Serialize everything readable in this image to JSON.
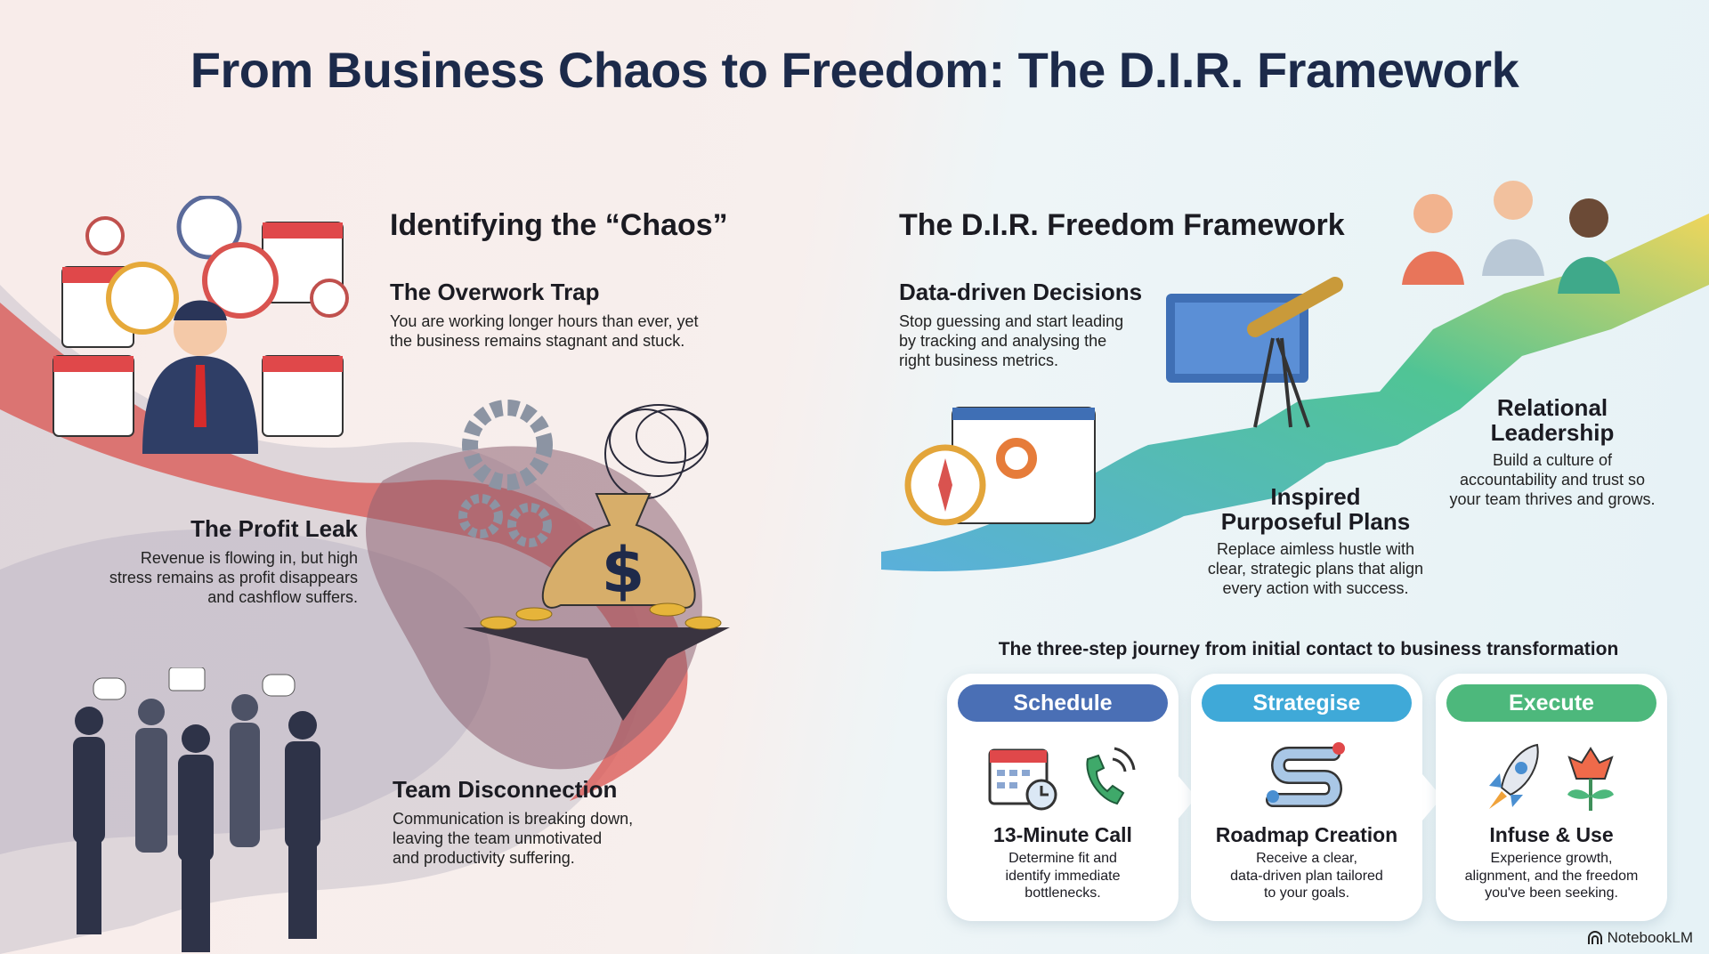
{
  "title": "From Business Chaos to Freedom: The D.I.R. Framework",
  "chaos": {
    "heading": "Identifying the “Chaos”",
    "items": [
      {
        "title": "The Overwork Trap",
        "lines": [
          "You are working longer hours than ever, yet",
          "the business remains stagnant and stuck."
        ]
      },
      {
        "title": "The Profit Leak",
        "lines": [
          "Revenue is flowing in, but high",
          "stress remains as profit disappears",
          "and cashflow suffers."
        ]
      },
      {
        "title": "Team Disconnection",
        "lines": [
          "Communication is breaking down,",
          "leaving the team unmotivated",
          "and productivity suffering."
        ]
      }
    ]
  },
  "framework": {
    "heading": "The D.I.R. Freedom Framework",
    "items": [
      {
        "title": [
          "Data-driven Decisions"
        ],
        "lines": [
          "Stop guessing and start leading",
          "by tracking and analysing the",
          "right business metrics."
        ]
      },
      {
        "title": [
          "Inspired",
          "Purposeful Plans"
        ],
        "lines": [
          "Replace aimless hustle with",
          "clear, strategic plans that align",
          "every action with success."
        ]
      },
      {
        "title": [
          "Relational",
          "Leadership"
        ],
        "lines": [
          "Build a culture of",
          "accountability and trust so",
          "your team thrives and grows."
        ]
      }
    ]
  },
  "steps": {
    "heading": "The three-step journey from initial contact to business transformation",
    "cards": [
      {
        "label": "Schedule",
        "color": "#4a6fb5",
        "icons": [
          "calendar-clock-icon",
          "phone-icon"
        ],
        "title": "13-Minute Call",
        "lines": [
          "Determine fit and",
          "identify immediate",
          "bottlenecks."
        ]
      },
      {
        "label": "Strategise",
        "color": "#3fa9d8",
        "icons": [
          "roadmap-icon"
        ],
        "title": "Roadmap Creation",
        "lines": [
          "Receive a clear,",
          "data-driven plan tailored",
          "to your goals."
        ]
      },
      {
        "label": "Execute",
        "color": "#4db87c",
        "icons": [
          "rocket-icon",
          "flower-icon"
        ],
        "title": "Infuse & Use",
        "lines": [
          "Experience growth,",
          "alignment, and the freedom",
          "you've been seeking."
        ]
      }
    ]
  },
  "brand": "NotebookLM"
}
